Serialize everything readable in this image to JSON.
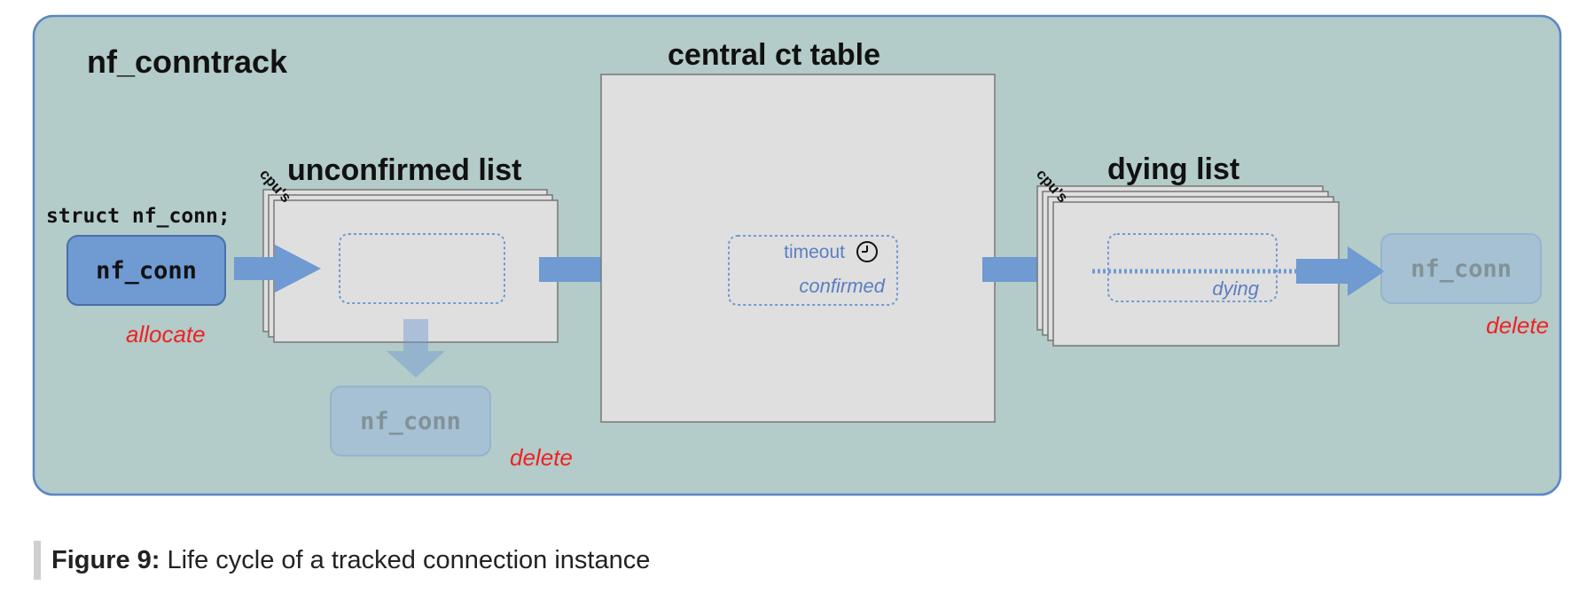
{
  "colors": {
    "panel_fill": "#b3cbc9",
    "panel_stroke": "#5b86c4",
    "list_fill": "#dfdfdf",
    "arrow": "#6f9ad2",
    "node_fill": "#6f9ad2",
    "delete_red": "#ee2222"
  },
  "diagram": {
    "panel_title": "nf_conntrack",
    "central_table": {
      "title": "central ct table",
      "timeout_label": "timeout",
      "timeout_icon": "clock-icon",
      "state_label": "confirmed"
    },
    "unconfirmed_list": {
      "title": "unconfirmed list",
      "cpus_label": "cpu's"
    },
    "dying_list": {
      "title": "dying list",
      "cpus_label": "cpu's",
      "state_label": "dying"
    },
    "struct_label": "struct nf_conn;",
    "nodes": {
      "allocated": "nf_conn",
      "deleted_unconfirmed": "nf_conn",
      "deleted_final": "nf_conn"
    },
    "actions": {
      "allocate": "allocate",
      "delete_unconfirmed": "delete",
      "delete_final": "delete"
    }
  },
  "caption": {
    "label": "Figure 9:",
    "text": "Life cycle of a tracked connection instance"
  }
}
